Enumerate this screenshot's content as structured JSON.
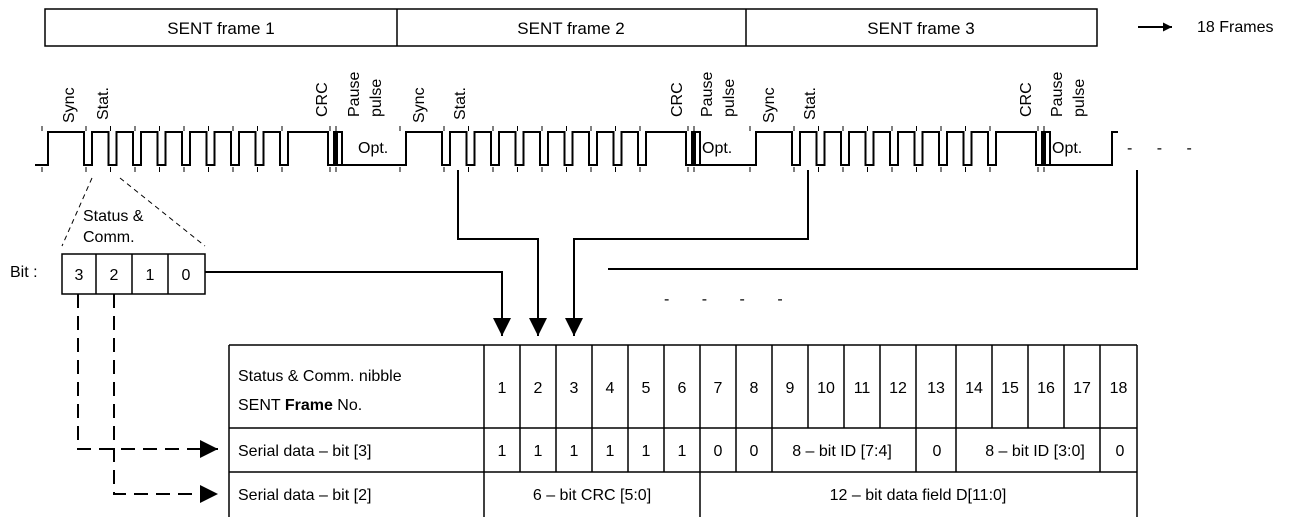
{
  "frames": {
    "labels": [
      "SENT frame 1",
      "SENT frame 2",
      "SENT frame 3"
    ],
    "count_label": "18 Frames"
  },
  "signal": {
    "sync": "Sync",
    "stat": "Stat.",
    "crc": "CRC",
    "pause": "Pause",
    "pulse": "pulse",
    "opt": "Opt.",
    "ellipsis": "- - -"
  },
  "status_nibble": {
    "title_line1": "Status &",
    "title_line2": "Comm.",
    "bit_label": "Bit :",
    "bits": [
      "3",
      "2",
      "1",
      "0"
    ]
  },
  "middle_ellipsis": "- - - -",
  "table": {
    "header_line1": "Status & Comm. nibble",
    "header_line2_prefix": "SENT ",
    "header_line2_bold": "Frame",
    "header_line2_suffix": " No.",
    "frame_numbers": [
      "1",
      "2",
      "3",
      "4",
      "5",
      "6",
      "7",
      "8",
      "9",
      "10",
      "11",
      "12",
      "13",
      "14",
      "15",
      "16",
      "17",
      "18"
    ],
    "row_bit3_label": "Serial data – bit [3]",
    "row_bit3_values": [
      "1",
      "1",
      "1",
      "1",
      "1",
      "1",
      "0",
      "0"
    ],
    "row_bit3_id_high": "8 – bit ID [7:4]",
    "row_bit3_val13": "0",
    "row_bit3_id_low": "8 – bit ID [3:0]",
    "row_bit3_val18": "0",
    "row_bit2_label": "Serial data – bit [2]",
    "row_bit2_crc": "6 – bit CRC [5:0]",
    "row_bit2_data": "12 – bit data field D[11:0]"
  },
  "colors": {
    "line": "#000000",
    "highlight": "#e07020"
  }
}
